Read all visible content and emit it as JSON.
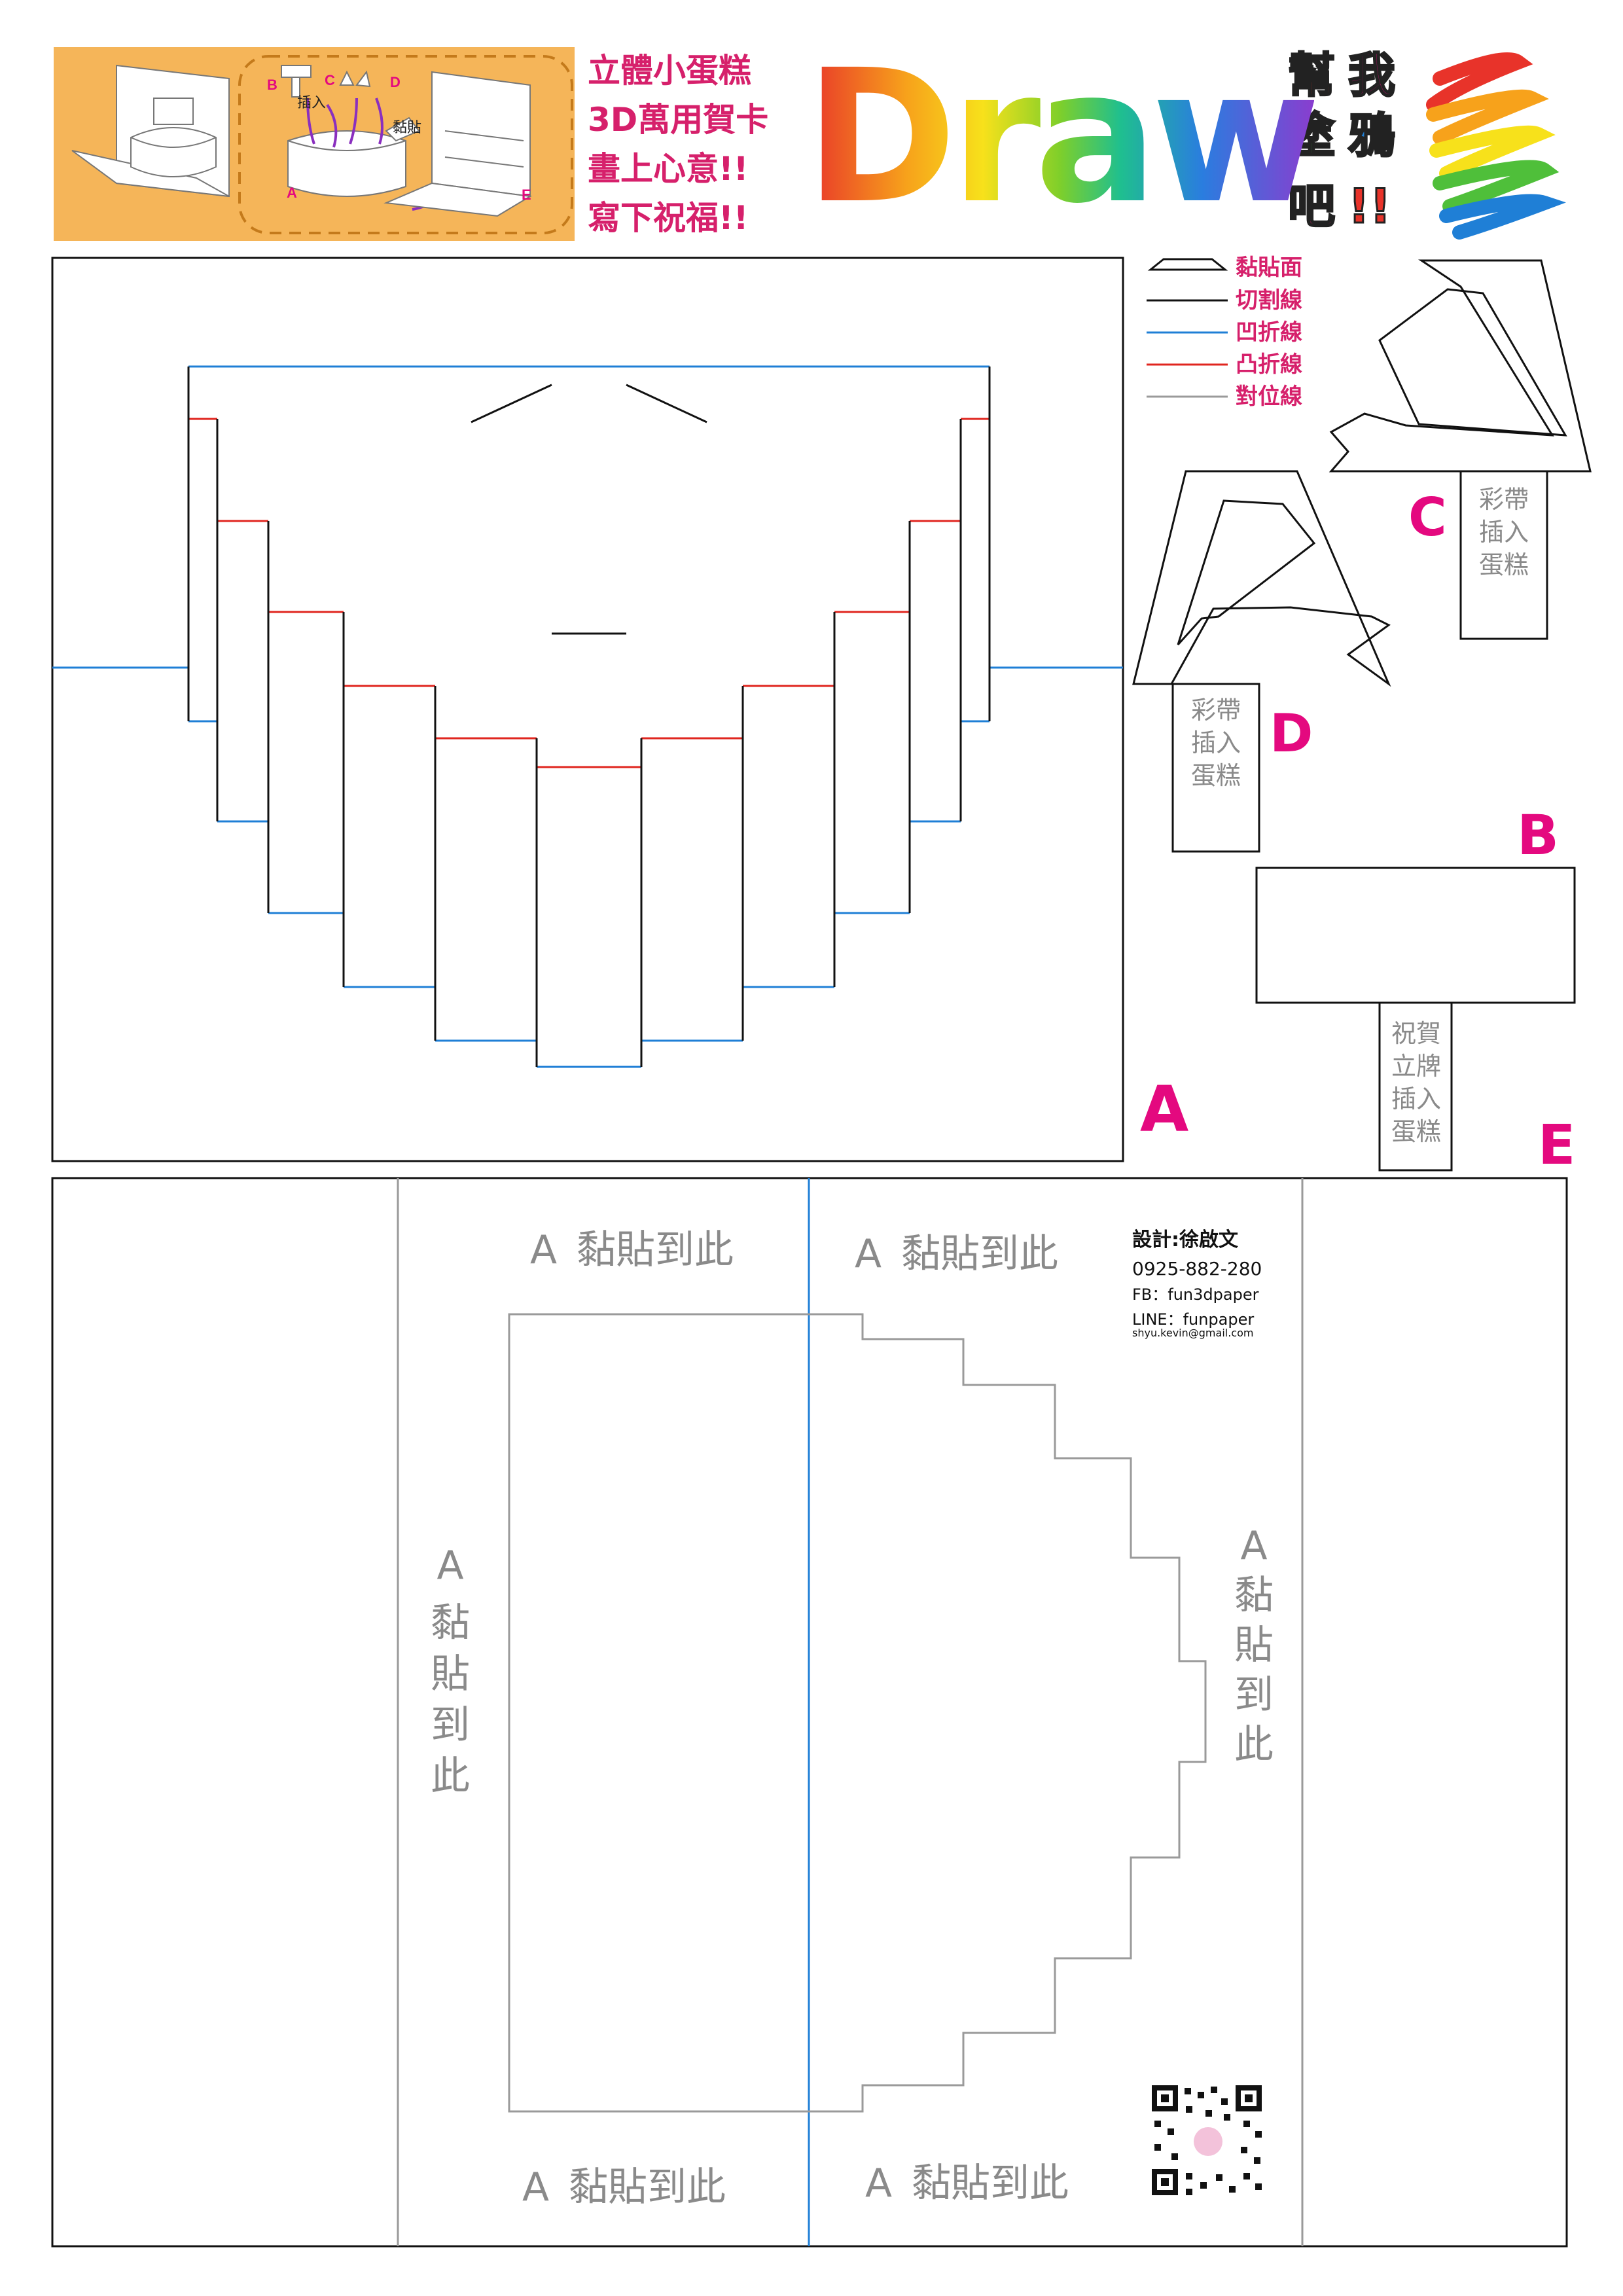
{
  "header": {
    "diagram_labels": {
      "b": "B",
      "c": "C",
      "d": "D",
      "a": "A",
      "e": "E",
      "insert": "插入",
      "glue": "黏貼"
    },
    "slogan": [
      "立體小蛋糕",
      "3D萬用賀卡",
      "畫上心意!!",
      "寫下祝福!!"
    ],
    "draw_word": "Draw",
    "help_me": [
      "幫",
      "我",
      "塗",
      "鴉",
      "吧",
      "!!"
    ]
  },
  "legend": [
    {
      "key": "glue-area",
      "label": "黏貼面",
      "color": "#000000"
    },
    {
      "key": "cut-line",
      "label": "切割線",
      "color": "#000000"
    },
    {
      "key": "valley-fold",
      "label": "凹折線",
      "color": "#1f7fd6"
    },
    {
      "key": "mountain-fold",
      "label": "凸折線",
      "color": "#e0261f"
    },
    {
      "key": "register-line",
      "label": "對位線",
      "color": "#9a9a9a"
    }
  ],
  "pieces": {
    "a": {
      "letter": "A"
    },
    "b": {
      "letter": "B"
    },
    "c": {
      "letter": "C",
      "tab": "彩帶插入蛋糕"
    },
    "d": {
      "letter": "D",
      "tab": "彩帶插入蛋糕"
    },
    "e": {
      "letter": "E",
      "tab": "祝賀立牌插入蛋糕"
    }
  },
  "base_card": {
    "glue_label_a": "A",
    "glue_label_text": "黏貼到此",
    "vertical_glue": "A黏貼到此"
  },
  "credits": {
    "designer": "設計:徐啟文",
    "phone": "0925-882-280",
    "fb": "FB：fun3dpaper",
    "line": "LINE：funpaper",
    "email": "shyu.kevin@gmail.com"
  },
  "colors": {
    "magenta": "#e4097f",
    "legend_text": "#d6206b",
    "fold_blue": "#1f7fd6",
    "fold_red": "#e0261f",
    "header_bg": "#f5b559"
  }
}
